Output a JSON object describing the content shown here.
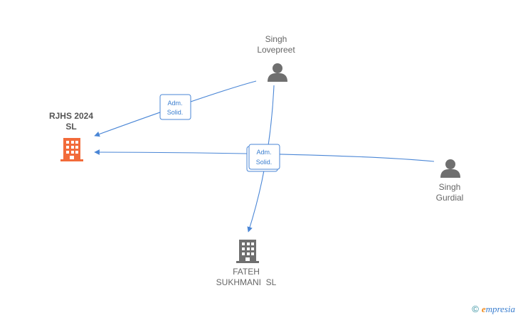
{
  "nodes": {
    "singh_lovepreet": {
      "label_line1": "Singh",
      "label_line2": "Lovepreet",
      "type": "person"
    },
    "singh_gurdial": {
      "label_line1": "Singh",
      "label_line2": "Gurdial",
      "type": "person"
    },
    "rjhs_2024_sl": {
      "label_line1": "RJHS 2024",
      "label_line2": "SL",
      "type": "company",
      "highlight": true
    },
    "fateh_sukhmani_sl": {
      "label_line1": "FATEH",
      "label_line2": "SUKHMANI  SL",
      "type": "company"
    }
  },
  "relations": {
    "lovepreet_to_rjhs": {
      "line1": "Adm.",
      "line2": "Solid."
    },
    "center": {
      "line1": "Adm.",
      "line2": "Solid."
    }
  },
  "colors": {
    "edge": "#4a86d6",
    "person_icon": "#6f6f6f",
    "company_icon": "#6f6f6f",
    "company_highlight": "#f26b3a"
  },
  "watermark": {
    "copyright": "©",
    "brand_initial": "e",
    "brand_rest": "mpresia"
  }
}
